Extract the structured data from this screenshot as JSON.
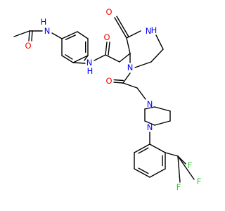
{
  "colors": {
    "bond": "#000000",
    "carbon": "#000000",
    "nitrogen": "#0000ff",
    "oxygen": "#ff0000",
    "fluorine": "#33cc33",
    "background": "#ffffff"
  },
  "atoms": {
    "acetamide_o": "O",
    "acetamide_nh": "H",
    "acetamide_n": "N",
    "amide_nh": "H",
    "amide_n": "N",
    "amide_o": "O",
    "ring_nh": "H",
    "ring_n_top": "N",
    "ring_o": "O",
    "ring_n_bottom": "N",
    "acyl_o": "O",
    "piperazine_n_top": "N",
    "piperazine_n_bottom": "N",
    "fluorine_1": "F",
    "fluorine_2": "F",
    "fluorine_3": "F"
  }
}
